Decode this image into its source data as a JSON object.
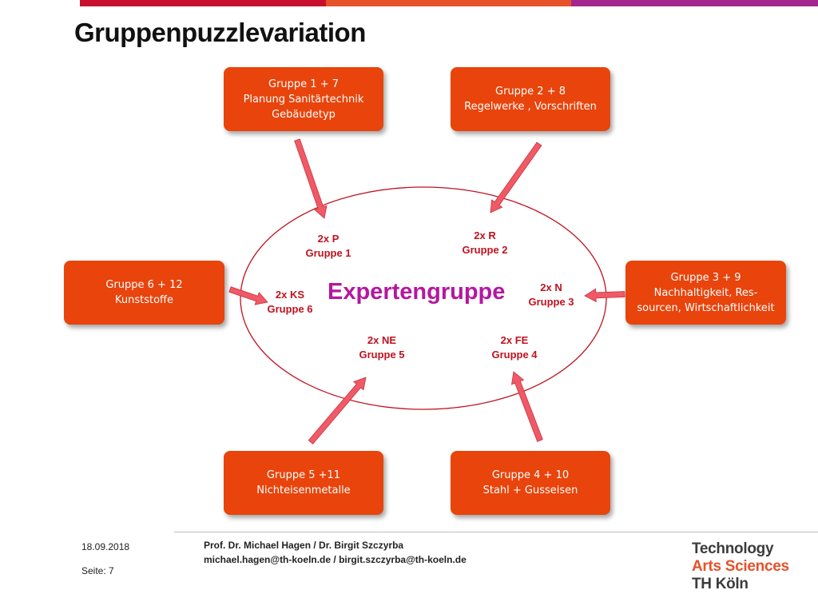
{
  "title": "Gruppenpuzzlevariation",
  "colors": {
    "box_fill": "#e8440c",
    "ellipse_stroke": "#c0121f",
    "label_red": "#c0121f",
    "center_magenta": "#b5179e",
    "arrow_fill": "#f05a67",
    "bar_red": "#c8102e",
    "bar_orange": "#e5522a",
    "bar_purple": "#a3278f",
    "logo_dark": "#3c3c3c",
    "logo_orange": "#e5522a",
    "logo_purple": "#a3278f"
  },
  "center_label": "Expertengruppe",
  "groups": [
    {
      "lines": [
        "Gruppe 1 + 7",
        "Planung Sanitärtechnik",
        "Gebäudetyp"
      ]
    },
    {
      "lines": [
        "Gruppe 2 + 8",
        "Regelwerke , Vorschriften"
      ]
    },
    {
      "lines": [
        "Gruppe 3 + 9",
        "Nachhaltigkeit, Res-",
        "sourcen, Wirtschaftlichkeit"
      ]
    },
    {
      "lines": [
        "Gruppe 4 + 10",
        "Stahl + Gusseisen"
      ]
    },
    {
      "lines": [
        "Gruppe 5 +11",
        "Nichteisenmetalle"
      ]
    },
    {
      "lines": [
        "Gruppe 6 + 12",
        "Kunststoffe"
      ]
    }
  ],
  "experts": [
    {
      "count": "2x P",
      "group": "Gruppe 1"
    },
    {
      "count": "2x R",
      "group": "Gruppe 2"
    },
    {
      "count": "2x N",
      "group": "Gruppe 3"
    },
    {
      "count": "2x FE",
      "group": "Gruppe 4"
    },
    {
      "count": "2x NE",
      "group": "Gruppe 5"
    },
    {
      "count": "2x KS",
      "group": "Gruppe 6"
    }
  ],
  "footer": {
    "date": "18.09.2018",
    "page": "Seite: 7",
    "authors": "Prof. Dr. Michael Hagen  / Dr. Birgit Szczyrba",
    "emails": "michael.hagen@th-koeln.de / birgit.szczyrba@th-koeln.de"
  },
  "logo": {
    "line1": "Technology",
    "line2": "Arts Sciences",
    "line3": "TH Köln"
  }
}
